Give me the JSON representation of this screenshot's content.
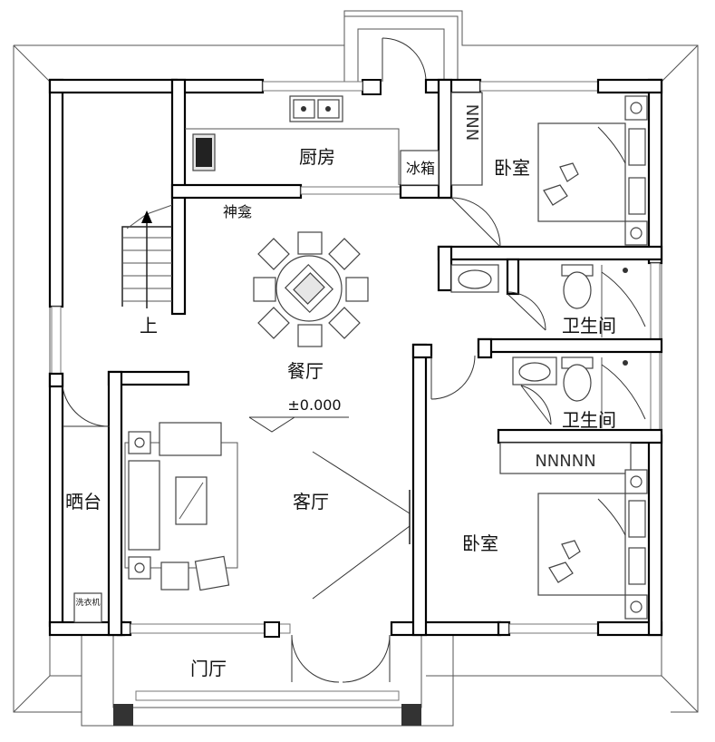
{
  "rooms": {
    "kitchen": "厨房",
    "fridge": "冰箱",
    "shrine": "神龛",
    "bedroom_ne": "卧室",
    "bath_1": "卫生间",
    "bath_2": "卫生间",
    "dining": "餐厅",
    "living": "客厅",
    "bedroom_se": "卧室",
    "balcony": "晒台",
    "washer": "洗衣机",
    "stair_up": "上",
    "foyer": "门厅"
  },
  "level_mark": "±0.000",
  "colors": {
    "wall": "#000000",
    "column": "#333333",
    "background": "#ffffff"
  }
}
